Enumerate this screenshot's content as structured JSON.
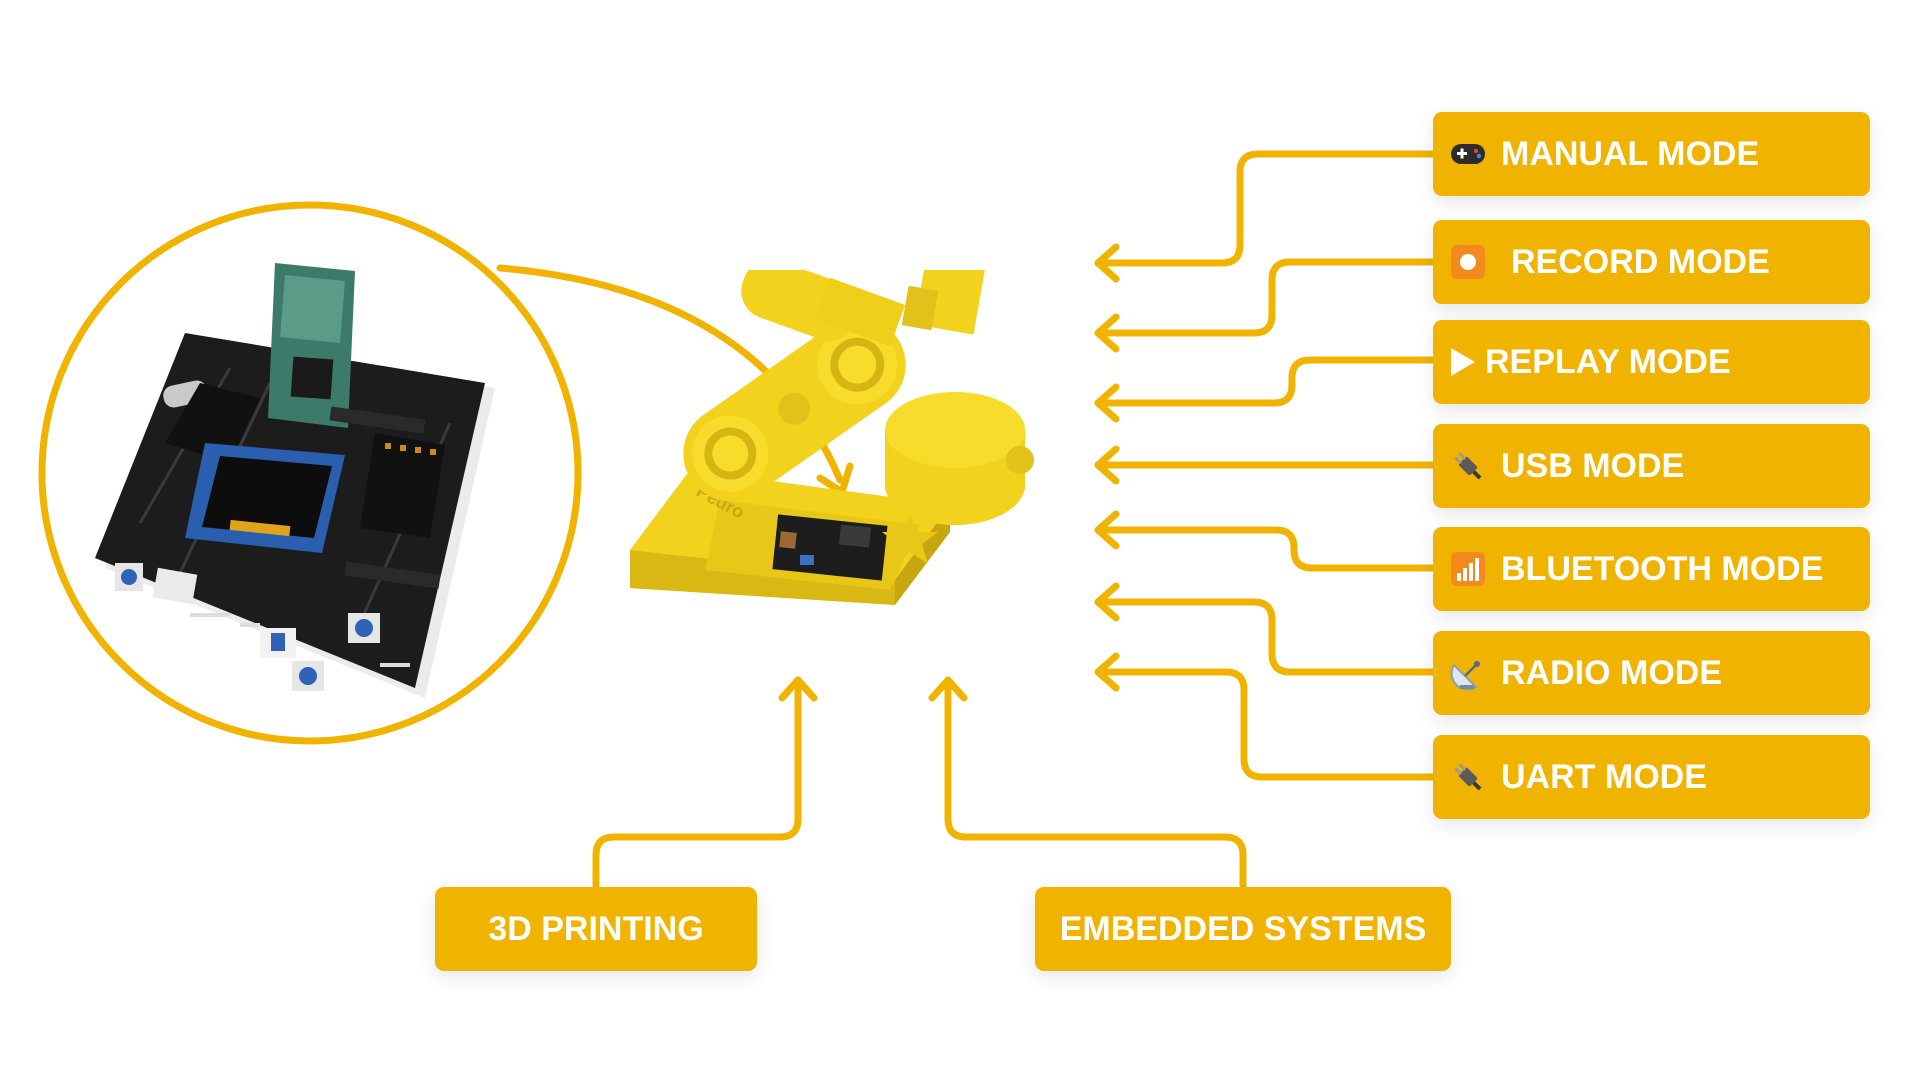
{
  "colors": {
    "accent": "#f0b400",
    "accent_dark": "#c99a00",
    "label_text": "#ffffff",
    "background": "#ffffff"
  },
  "modes": [
    {
      "label": "MANUAL MODE",
      "icon": "gamepad-icon"
    },
    {
      "label": "RECORD MODE",
      "icon": "record-icon"
    },
    {
      "label": "REPLAY MODE",
      "icon": "play-icon"
    },
    {
      "label": "USB MODE",
      "icon": "plug-icon"
    },
    {
      "label": "BLUETOOTH MODE",
      "icon": "signal-bars-icon"
    },
    {
      "label": "RADIO MODE",
      "icon": "satellite-dish-icon"
    },
    {
      "label": "UART MODE",
      "icon": "plug-icon"
    }
  ],
  "bottom_labels": {
    "printing": "3D PRINTING",
    "embedded": "EMBEDDED SYSTEMS"
  },
  "images": {
    "board": "circuit-board-image",
    "robot_arm": "yellow-robot-arm-image"
  },
  "board_text": {
    "base_engraving": "Pedro"
  }
}
